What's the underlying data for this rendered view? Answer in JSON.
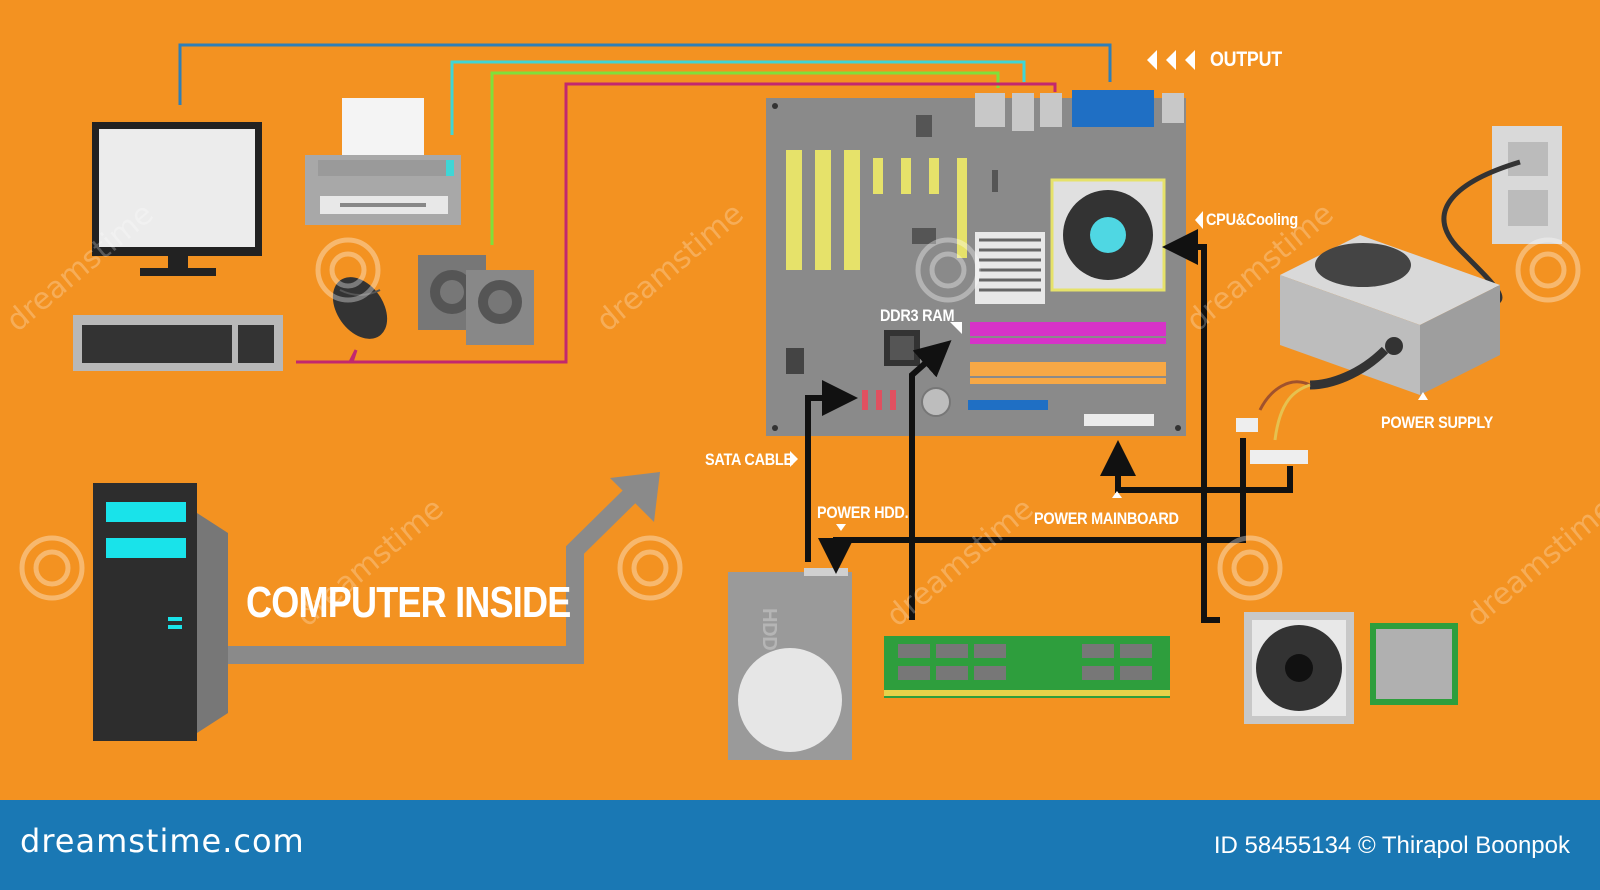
{
  "labels": {
    "output": "OUTPUT",
    "cpu_cooling": "CPU&Cooling",
    "ddr3_ram": "DDR3 RAM",
    "sata_cable": "SATA CABLE",
    "power_hdd": "POWER HDD.",
    "power_mainboard": "POWER MAINBOARD",
    "power_supply": "POWER SUPPLY",
    "computer_inside": "COMPUTER INSIDE",
    "hdd_text": "HDD"
  },
  "footer": {
    "brand": "dreamstime.com",
    "credit": "ID 58455134 © Thirapol Boonpok"
  },
  "watermark": {
    "text": "dreamstime"
  },
  "colors": {
    "background": "#f39221",
    "footer": "#1a78b4",
    "motherboard": "#8a8a8a",
    "ram_pink": "#d733c8",
    "ram_orange": "#f7a845",
    "cable_blue": "#2f7fb8",
    "cable_cyan": "#3fd6d6",
    "cable_green": "#7fe03a",
    "cable_magenta": "#c2286e"
  }
}
